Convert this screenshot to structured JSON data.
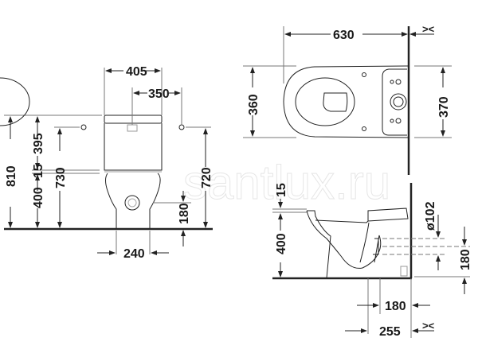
{
  "drawing": {
    "subject": "toilet technical dimension drawing",
    "watermark": "santlux.ru",
    "front_view": {
      "width_top": "405",
      "fixing_holes_spacing": "350",
      "total_height": "810",
      "tank_height": "395",
      "gap": "15",
      "bowl_height": "400",
      "hole_height_left": "730",
      "hole_height_right": "720",
      "outlet_height": "180",
      "base_width": "240"
    },
    "top_view": {
      "depth": "630",
      "bowl_width": "360",
      "tank_width": "370",
      "wall_clearance_symbol": "><"
    },
    "side_view": {
      "gap": "15",
      "seat_height": "400",
      "outlet_diameter": "ø102",
      "outlet_height": "180",
      "outlet_to_wall": "180",
      "base_to_wall": "255",
      "wall_clearance_symbol": "><"
    }
  }
}
